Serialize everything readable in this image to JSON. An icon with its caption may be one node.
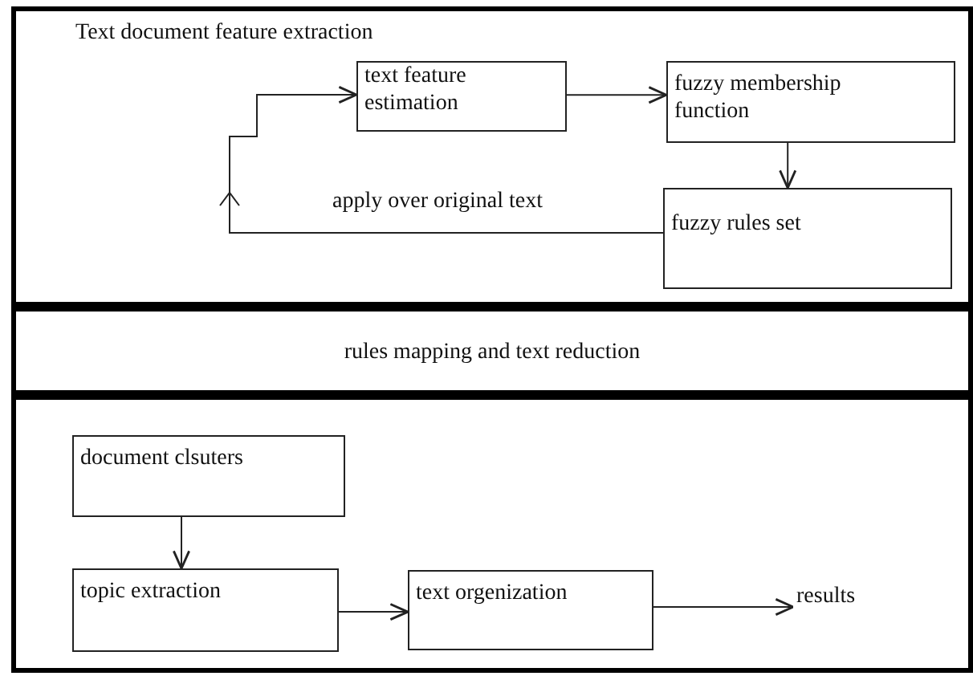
{
  "diagram": {
    "nodes": [
      {
        "text": [
          "Text document feature extraction"
        ]
      },
      {
        "text": [
          "text feature estimation"
        ],
        "in": 0
      },
      {
        "text": [
          "fuzzy membership function"
        ],
        "in": 0
      },
      {
        "text": [
          "fuzzy rules set"
        ],
        "in": 0
      },
      {
        "text": [
          "rules mapping and text reduction"
        ]
      },
      {
        "text": [],
        "shape": "box"
      },
      {
        "text": [
          "document clsuters"
        ],
        "in": 5
      },
      {
        "text": [
          "topic extraction"
        ],
        "in": 5
      },
      {
        "text": [
          "text orgenization"
        ],
        "in": 5
      },
      {
        "text": [
          "results"
        ],
        "in": 5
      }
    ],
    "edges": [
      {
        "from": 1,
        "to": 2,
        "arrow": "to"
      },
      {
        "from": 2,
        "to": 3,
        "arrow": "to"
      },
      {
        "from": 3,
        "to": 1,
        "arrow": "to",
        "label": "apply over original text"
      },
      {
        "from": 6,
        "to": 7,
        "arrow": "to"
      },
      {
        "from": 7,
        "to": 8,
        "arrow": "to"
      },
      {
        "from": 8,
        "to": 9,
        "arrow": "to"
      }
    ]
  }
}
